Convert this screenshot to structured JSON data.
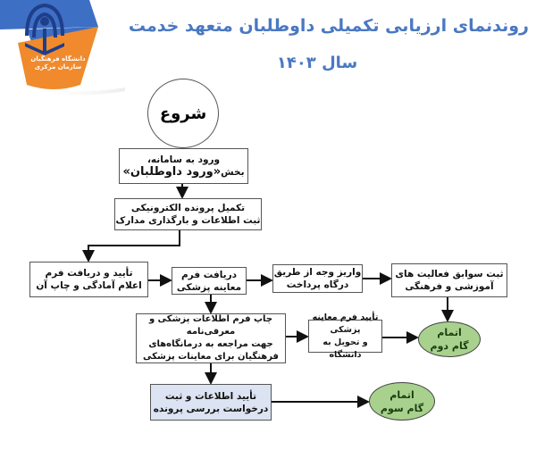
{
  "header": {
    "title_line1": "روند‌نمای ارزیابی تکمیلی داوطلبان متعهد خدمت",
    "title_line2": "سال ۱۴۰۳",
    "title_color": "#4a78c2"
  },
  "logo": {
    "text_line1": "دانشگاه فرهنگیان",
    "text_line2": "سازمان مرکزی",
    "colors": {
      "blue": "#3d6fc4",
      "orange": "#f08a2c"
    }
  },
  "flowchart": {
    "start": {
      "label": "شروع"
    },
    "steps": [
      {
        "id": "login",
        "line1": "ورود به سامانه،",
        "line2_prefix": "بخش",
        "line2_bold": "«ورود داوطلبان»"
      },
      {
        "id": "complete-file",
        "line1": "تکمیل پرونده الکترونیکی",
        "line2": "ثبت اطلاعات و بارگذاری مدارک"
      },
      {
        "id": "confirm-receive-form",
        "line1": "تأیید و دریافت فرم",
        "line2": "اعلام آمادگی و چاپ آن"
      },
      {
        "id": "receive-medical-form",
        "line1": "دریافت فرم",
        "line2": "معاینه پزشکی"
      },
      {
        "id": "payment",
        "line1": "واریز وجه از طریق",
        "line2": "درگاه پرداخت"
      },
      {
        "id": "record-activities",
        "line1": "ثبت سوابق فعالیت های",
        "line2": "آموزشی و فرهنگی"
      },
      {
        "id": "print-medical-info",
        "line1": "چاپ فرم اطلاعات پزشکی و معرفی‌نامه",
        "line2": "جهت مراجعه به درمانگاه‌های",
        "line3": "فرهنگیان برای معاینات پزشکی"
      },
      {
        "id": "confirm-medical-form",
        "line1": "تأیید فرم معاینه پزشکی",
        "line2": "و تحویل به دانشگاه"
      },
      {
        "id": "confirm-submit",
        "line1": "تأیید اطلاعات و ثبت",
        "line2": "درخواست بررسی پرونده",
        "highlight_color": "#dce3f2"
      }
    ],
    "terminals": [
      {
        "id": "end-step-2",
        "line1": "اتمام",
        "line2": "گام دوم",
        "color": "#a9d18e"
      },
      {
        "id": "end-step-3",
        "line1": "اتمام",
        "line2": "گام سوم",
        "color": "#a9d18e"
      }
    ]
  }
}
